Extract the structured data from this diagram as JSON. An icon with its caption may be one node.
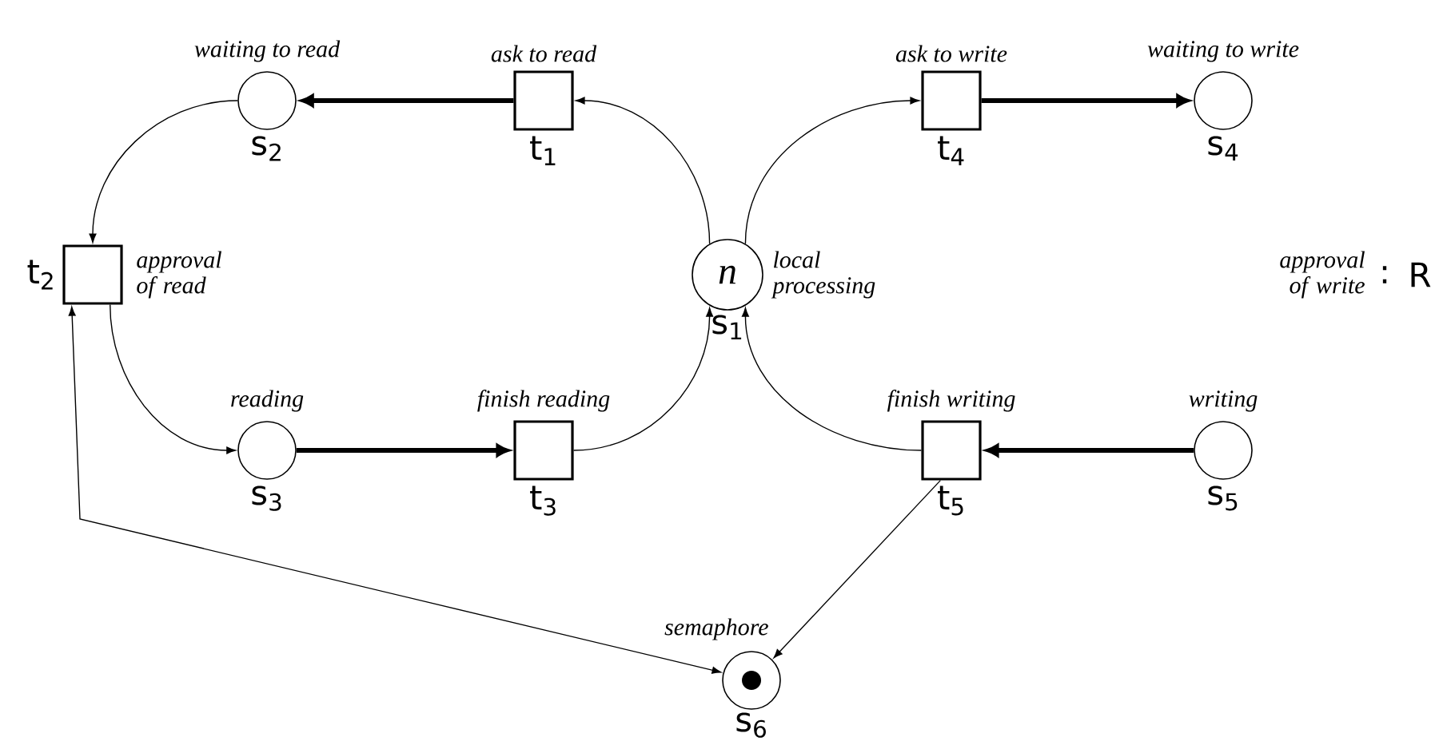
{
  "diagram": {
    "nodes": [
      {
        "text": [
          "waiting to read"
        ],
        "beside": [
          "s$_{2}$"
        ]
      },
      {
        "text": [
          "ask to read"
        ],
        "beside": [
          "t$_{1}$"
        ]
      },
      {
        "text": [
          "ask to write"
        ],
        "beside": [
          "t$_{4}$"
        ]
      },
      {
        "text": [
          "waiting to write"
        ],
        "beside": [
          "s$_{4}$"
        ]
      },
      {
        "text": [
          "approval of read"
        ],
        "beside": [
          "t$_{2}$"
        ]
      },
      {
        "text": [
          "n"
        ],
        "beside": [
          "local processing",
          "s$_{1}$"
        ]
      },
      {
        "text": [
          "reading"
        ],
        "beside": [
          "s$_{3}$"
        ]
      },
      {
        "text": [
          "finish reading"
        ],
        "beside": [
          "t$_{3}$"
        ]
      },
      {
        "text": [
          "finish writing"
        ],
        "beside": [
          "t$_{5}$"
        ]
      },
      {
        "text": [
          "writing"
        ],
        "beside": [
          "s$_{5}$"
        ]
      },
      {
        "text": [
          "semaphore"
        ],
        "beside": [
          "s$_{6}$"
        ]
      }
    ],
    "edges": [
      {
        "from": 1,
        "to": 0,
        "arrow": "to",
        "style": "thick"
      },
      {
        "from": 0,
        "to": 4,
        "arrow": "to"
      },
      {
        "from": 4,
        "to": 6,
        "arrow": "to"
      },
      {
        "from": 6,
        "to": 7,
        "arrow": "to",
        "style": "thick"
      },
      {
        "from": 7,
        "to": 5,
        "arrow": "to"
      },
      {
        "from": 5,
        "to": 1,
        "arrow": "to"
      },
      {
        "from": 5,
        "to": 2,
        "arrow": "to"
      },
      {
        "from": 2,
        "to": 3,
        "arrow": "to",
        "style": "thick"
      },
      {
        "from": 9,
        "to": 8,
        "arrow": "to",
        "style": "thick"
      },
      {
        "from": 8,
        "to": 5,
        "arrow": "to"
      },
      {
        "from": 8,
        "to": 10,
        "arrow": "to"
      },
      {
        "from": 10,
        "to": 4,
        "arrow": "both"
      }
    ],
    "labels": [
      "approval of write",
      ":",
      "R"
    ]
  }
}
